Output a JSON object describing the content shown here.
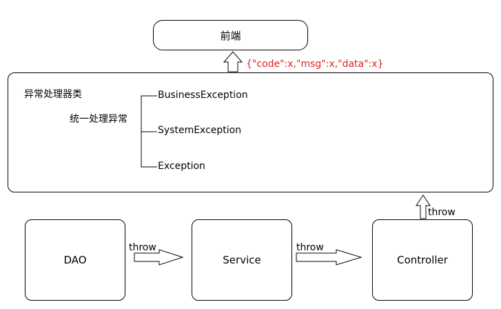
{
  "frontend": {
    "label": "前端"
  },
  "response_format": "{\"code\":x,\"msg\":x,\"data\":x}",
  "handler": {
    "title": "异常处理器类",
    "subtitle": "统一处理异常",
    "exceptions": [
      "BusinessException",
      "SystemException",
      "Exception"
    ]
  },
  "layers": {
    "dao": "DAO",
    "service": "Service",
    "controller": "Controller"
  },
  "arrows": {
    "dao_to_service": "throw",
    "service_to_controller": "throw",
    "controller_to_handler": "throw"
  },
  "colors": {
    "response_text": "#e02020",
    "stroke": "#000000"
  }
}
